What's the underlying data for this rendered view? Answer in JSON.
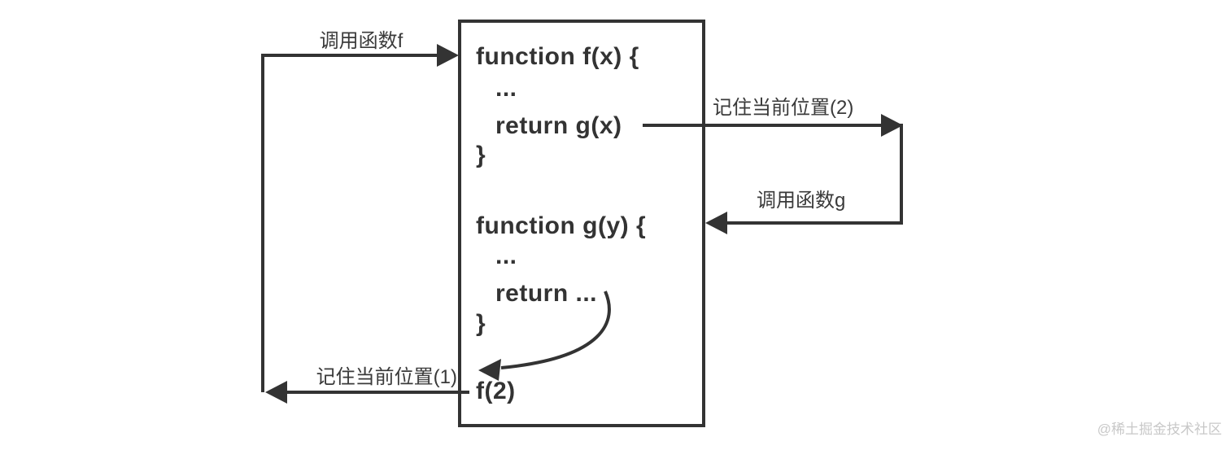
{
  "diagram": {
    "labels": {
      "call_f": "调用函数f",
      "remember_2": "记住当前位置(2)",
      "call_g": "调用函数g",
      "remember_1": "记住当前位置(1)"
    },
    "code": {
      "func_f": {
        "open": "function f(x) {",
        "ellipsis": "...",
        "return": "return g(x)",
        "close": "}"
      },
      "func_g": {
        "open": "function g(y) {",
        "ellipsis": "...",
        "return": "return ...",
        "close": "}"
      },
      "call": "f(2)"
    },
    "colors": {
      "stroke": "#333333",
      "text": "#333333",
      "watermark": "#c8c8c8",
      "background": "#ffffff"
    }
  },
  "watermark_text": "@稀土掘金技术社区"
}
